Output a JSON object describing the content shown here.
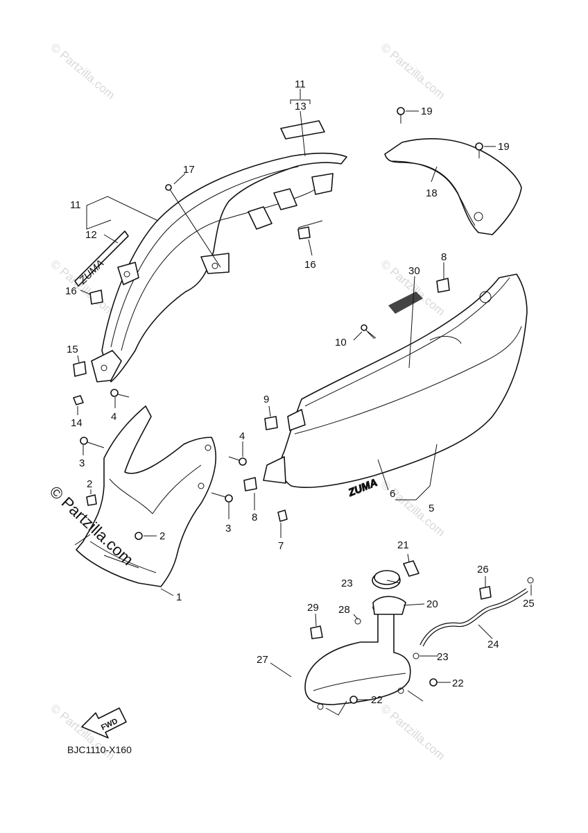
{
  "diagram": {
    "code": "BJC1110-X160",
    "fwd_label": "FWD",
    "big_watermark": "© Partzilla.com",
    "watermark": "© Partzilla.com",
    "decal_text": "ZUMA",
    "labels": {
      "n1": "1",
      "n2a": "2",
      "n2b": "2",
      "n3a": "3",
      "n3b": "3",
      "n4a": "4",
      "n4b": "4",
      "n5": "5",
      "n6": "6",
      "n7": "7",
      "n8a": "8",
      "n8b": "8",
      "n9": "9",
      "n10": "10",
      "n11a": "11",
      "n11b": "11",
      "n12": "12",
      "n13": "13",
      "n14": "14",
      "n15": "15",
      "n16a": "16",
      "n16b": "16",
      "n17": "17",
      "n18": "18",
      "n19a": "19",
      "n19b": "19",
      "n20": "20",
      "n21": "21",
      "n22a": "22",
      "n22b": "22",
      "n23a": "23",
      "n23b": "23",
      "n24": "24",
      "n25": "25",
      "n26": "26",
      "n27": "27",
      "n28": "28",
      "n29": "29",
      "n30": "30"
    }
  }
}
